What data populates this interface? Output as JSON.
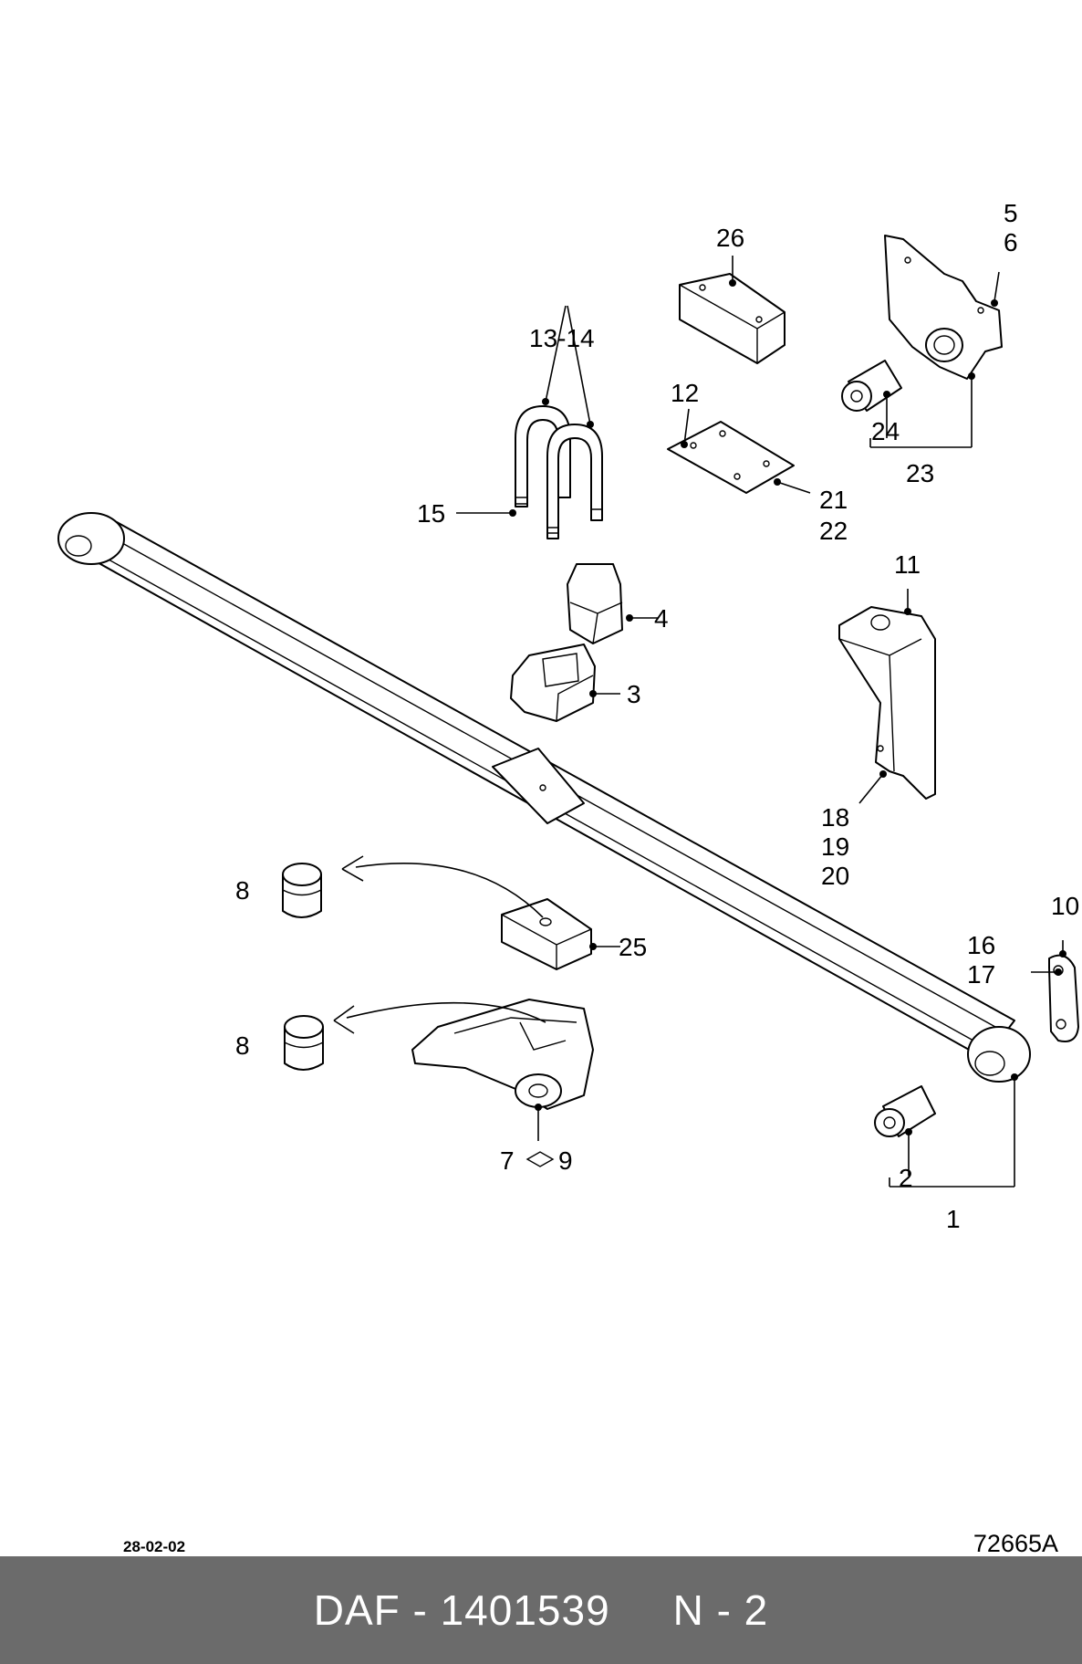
{
  "callouts": {
    "c1": "1",
    "c2": "2",
    "c3": "3",
    "c4": "4",
    "c5": "5",
    "c6": "6",
    "c7_9": "7",
    "c7_9b": "9",
    "c8a": "8",
    "c8b": "8",
    "c10": "10",
    "c11": "11",
    "c12": "12",
    "c13_14": "13-14",
    "c15": "15",
    "c16": "16",
    "c17": "17",
    "c18": "18",
    "c19": "19",
    "c20": "20",
    "c21": "21",
    "c22": "22",
    "c23": "23",
    "c24": "24",
    "c25": "25",
    "c26": "26"
  },
  "footer": {
    "date": "28-02-02",
    "drawing_code": "72665A"
  },
  "bottom_bar": {
    "brand": "DAF",
    "part_number": "1401539",
    "page": "N - 2",
    "text": "DAF - 1401539     N - 2"
  }
}
